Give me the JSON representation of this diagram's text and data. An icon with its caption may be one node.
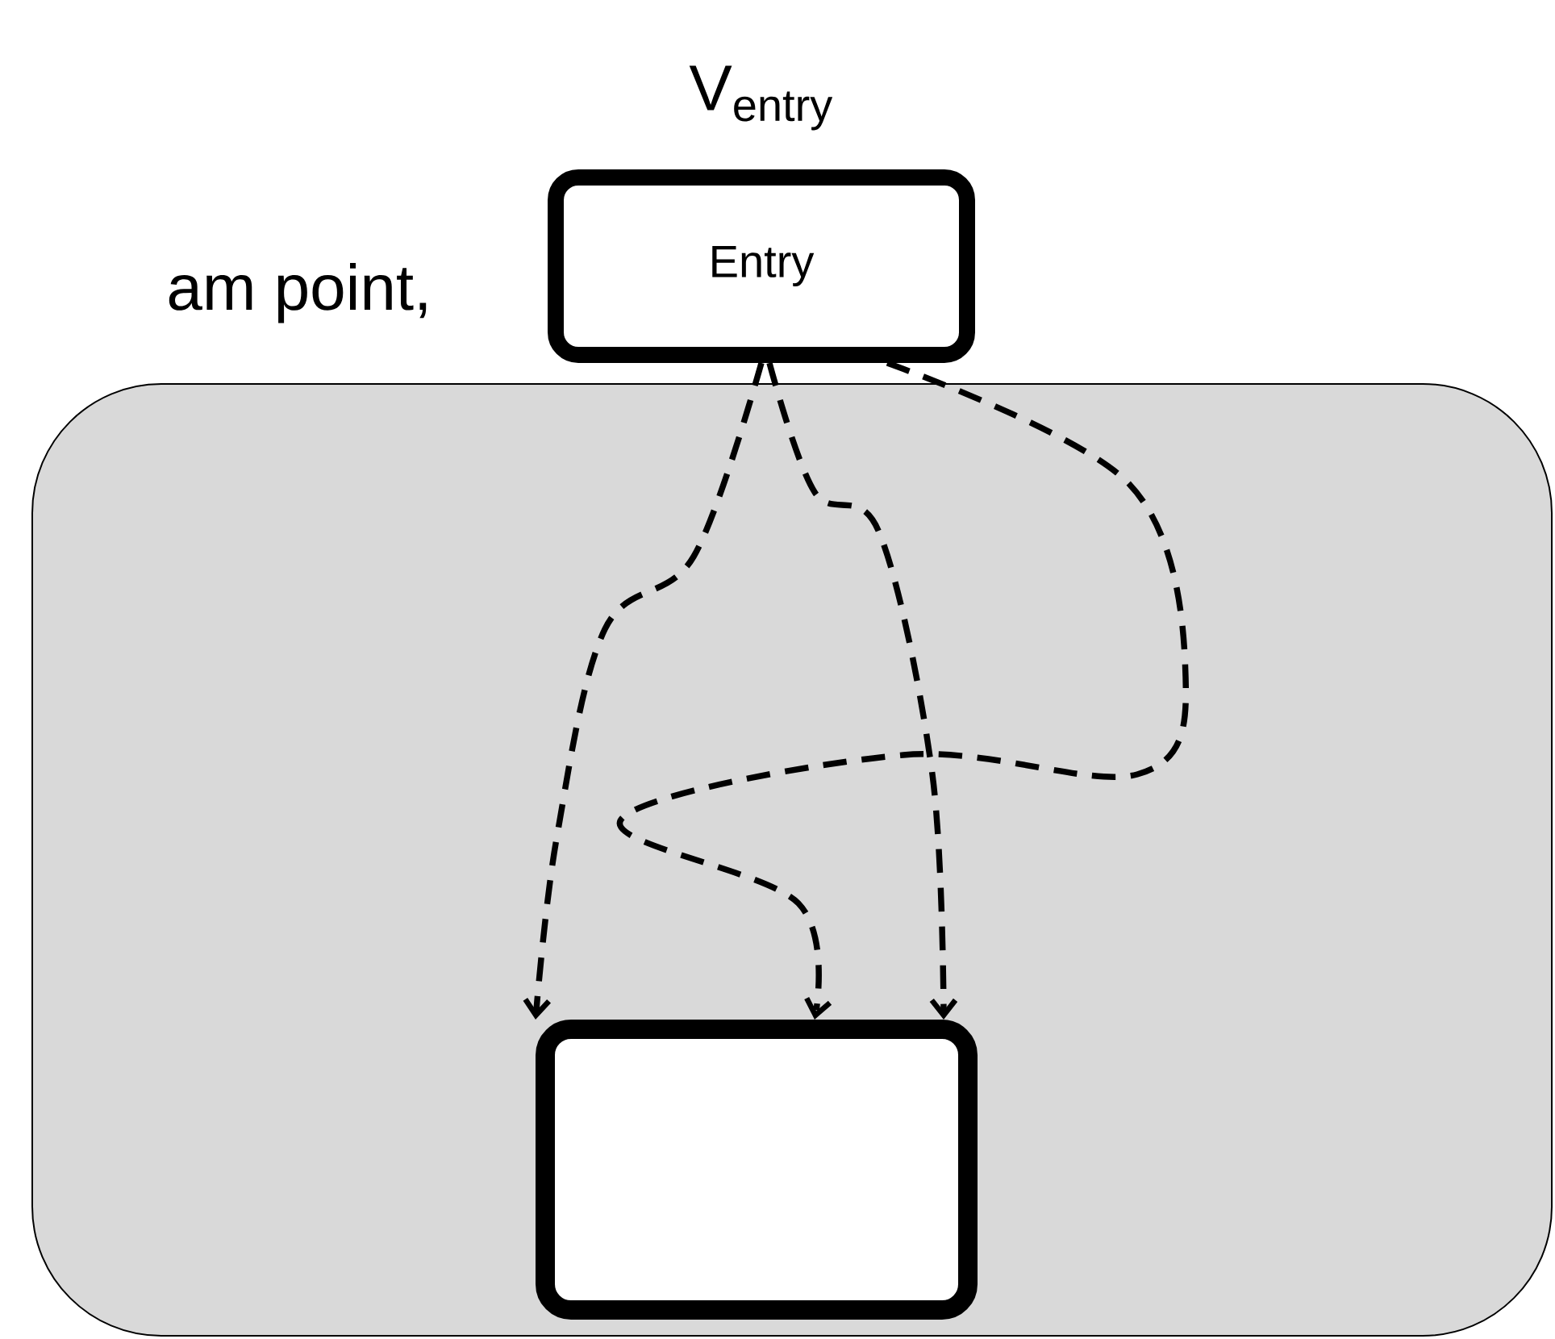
{
  "diagram": {
    "nodes": [
      {
        "text": [
          "V$_{entry}$",
          "Entry"
        ]
      },
      {
        "text": [],
        "shape": "box"
      },
      {
        "text": [],
        "shape": "box",
        "in": 1
      }
    ],
    "edges": [
      {
        "from": 0,
        "to": 2,
        "arrow": "to",
        "style": "dashed"
      },
      {
        "from": 0,
        "to": 2,
        "arrow": "to",
        "style": "dashed"
      },
      {
        "from": 0,
        "to": 2,
        "arrow": "to",
        "style": "dashed"
      }
    ],
    "labels": [
      "am point,"
    ]
  }
}
